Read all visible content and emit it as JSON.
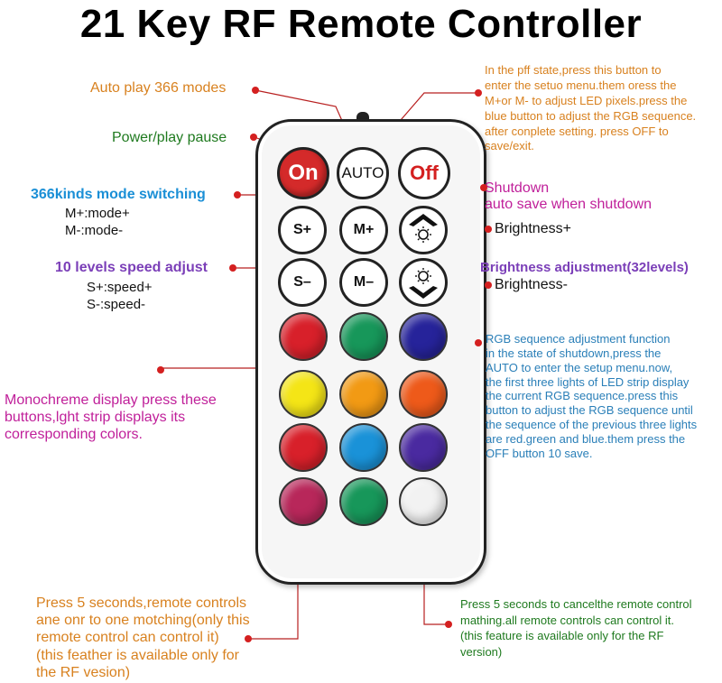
{
  "title": "21 Key RF Remote Controller",
  "keys": {
    "on": "On",
    "auto": "AUTO",
    "off": "Off",
    "s_plus": "S+",
    "m_plus": "M+",
    "s_minus": "S–",
    "m_minus": "M–"
  },
  "color_keys": [
    "#d8202a",
    "#17975a",
    "#26239a",
    "#f4e516",
    "#f29a14",
    "#ee5a1a",
    "#d8202a",
    "#1a92d8",
    "#4a2aa0",
    "#b8275a",
    "#17975a",
    "#f2f2f2"
  ],
  "annotations": {
    "auto_play": "Auto play 366 modes",
    "power": "Power/play pause",
    "mode_switch_title": "366kinds mode switching",
    "mode_plus": "M+:mode+",
    "mode_minus": "M-:mode-",
    "speed_title": "10 levels speed adjust",
    "speed_plus": "S+:speed+",
    "speed_minus": "S-:speed-",
    "setup_lines": [
      "In the pff state,press this button to",
      "enter the setuo menu.them oress the",
      "M+or M- to adjust LED pixels.press the",
      "blue button to adjust the RGB sequence.",
      "after conplete setting. press OFF to",
      "save/exit."
    ],
    "shutdown": "Shutdown",
    "shutdown_save": "auto save when shutdown",
    "brightness_plus": "Brightness+",
    "brightness_title": "Brightness adjustment(32levels)",
    "brightness_minus": "Brightness-",
    "rgb_lines": [
      "RGB sequence adjustment function",
      "in the state of shutdown,press the",
      "AUTO to enter the setup menu.now,",
      "the first three lights of LED strip display",
      "the current RGB sequence.press this",
      "button to adjust the RGB sequence until",
      "the sequence of the previous three lights",
      "are red.green and blue.them press the",
      "OFF button 10 save."
    ],
    "mono_lines": [
      "Monochreme display press these",
      "buttons,lght strip displays its",
      "corresponding colors."
    ],
    "match_lines": [
      "Press 5 seconds,remote controls",
      "ane onr to one motching(only this",
      "remote control can control it)",
      "(this feather is available only for",
      "the RF vesion)"
    ],
    "cancel_lines": [
      "Press 5 seconds to cancelthe remote control",
      "mathing.all remote controls can control it.",
      "(this feature is available only for the RF",
      "version)"
    ]
  },
  "colors": {
    "leader_line": "#b82020",
    "orange_text": "#d8811f",
    "green_text": "#1f7a1f",
    "blue_text": "#1a8fd6",
    "purple_text": "#7b3fb8",
    "magenta_text": "#c0209a"
  }
}
